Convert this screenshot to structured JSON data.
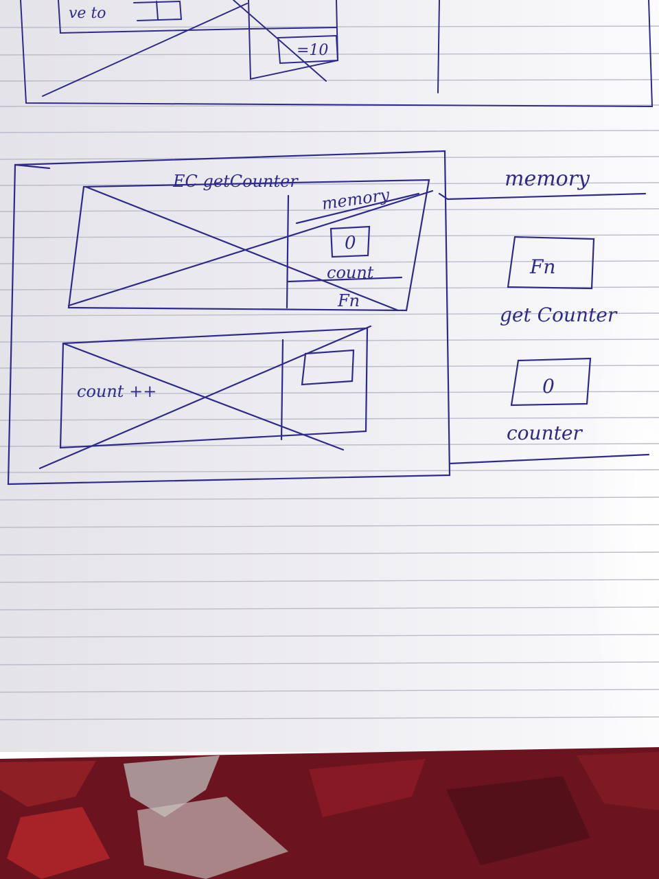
{
  "colors": {
    "paper": "#f3f2f4",
    "ruling": "#b9bccb",
    "ink": "#2e2a8c",
    "fabric": "#6b1420",
    "fabric_highlight": "#c9c2bf"
  },
  "top_sketch": {
    "label_top": "ve to",
    "label_value": "=10"
  },
  "execution_context": {
    "title": "EC getCounter",
    "inner_memory_label": "memory",
    "inner_value": "0",
    "inner_var_label": "count",
    "inner_fn_label": "Fn",
    "body_statement": "count ++"
  },
  "memory_panel": {
    "heading": "memory",
    "items": [
      {
        "value": "Fn",
        "label": "get Counter"
      },
      {
        "value": "0",
        "label": "counter"
      }
    ]
  }
}
